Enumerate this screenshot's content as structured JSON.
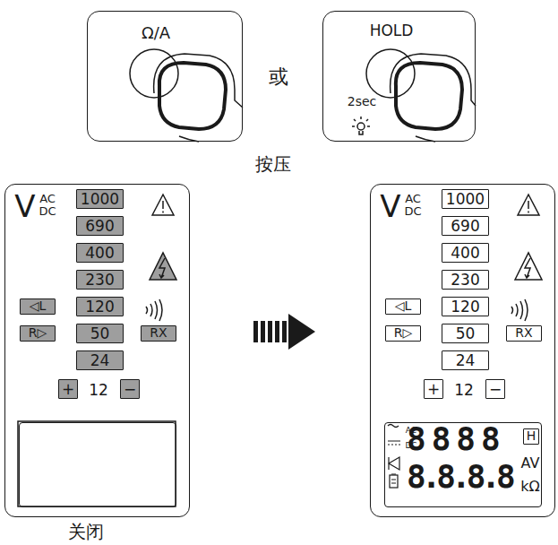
{
  "diagram": {
    "caption": "关闭",
    "nodes": [
      {
        "text": [
          "Ω/A"
        ]
      },
      {
        "text": [
          "HOLD",
          "2sec"
        ]
      },
      {
        "text": [
          "V",
          "AC",
          "DC",
          "12"
        ]
      },
      {
        "text": [
          "1000"
        ],
        "in": 2
      },
      {
        "text": [
          "690"
        ],
        "in": 2
      },
      {
        "text": [
          "400"
        ],
        "in": 2
      },
      {
        "text": [
          "230"
        ],
        "in": 2
      },
      {
        "text": [
          "120"
        ],
        "in": 2
      },
      {
        "text": [
          "50"
        ],
        "in": 2
      },
      {
        "text": [
          "24"
        ],
        "in": 2
      },
      {
        "text": [
          "◁L"
        ],
        "in": 2
      },
      {
        "text": [
          "R▷"
        ],
        "in": 2
      },
      {
        "text": [
          "RX"
        ],
        "in": 2
      },
      {
        "text": [
          "+"
        ],
        "in": 2
      },
      {
        "text": [
          "−"
        ],
        "in": 2
      },
      {
        "text": [],
        "in": 2
      },
      {
        "text": [
          "V",
          "AC",
          "DC",
          "12"
        ]
      },
      {
        "text": [
          "1000"
        ],
        "in": 16
      },
      {
        "text": [
          "690"
        ],
        "in": 16
      },
      {
        "text": [
          "400"
        ],
        "in": 16
      },
      {
        "text": [
          "230"
        ],
        "in": 16
      },
      {
        "text": [
          "120"
        ],
        "in": 16
      },
      {
        "text": [
          "50"
        ],
        "in": 16
      },
      {
        "text": [
          "24"
        ],
        "in": 16
      },
      {
        "text": [
          "◁L"
        ],
        "in": 16
      },
      {
        "text": [
          "R▷"
        ],
        "in": 16
      },
      {
        "text": [
          "RX"
        ],
        "in": 16
      },
      {
        "text": [
          "+"
        ],
        "in": 16
      },
      {
        "text": [
          "−"
        ],
        "in": 16
      },
      {
        "text": [
          "AC",
          "DC",
          "8888",
          "8.8.8.8",
          "AV",
          "kΩ"
        ],
        "in": 16
      },
      {
        "text": [
          "H"
        ],
        "in": 29
      }
    ],
    "edges": [
      {
        "from": 2,
        "to": 16,
        "arrow": "to"
      }
    ],
    "labels": [
      "或",
      "按压"
    ]
  }
}
